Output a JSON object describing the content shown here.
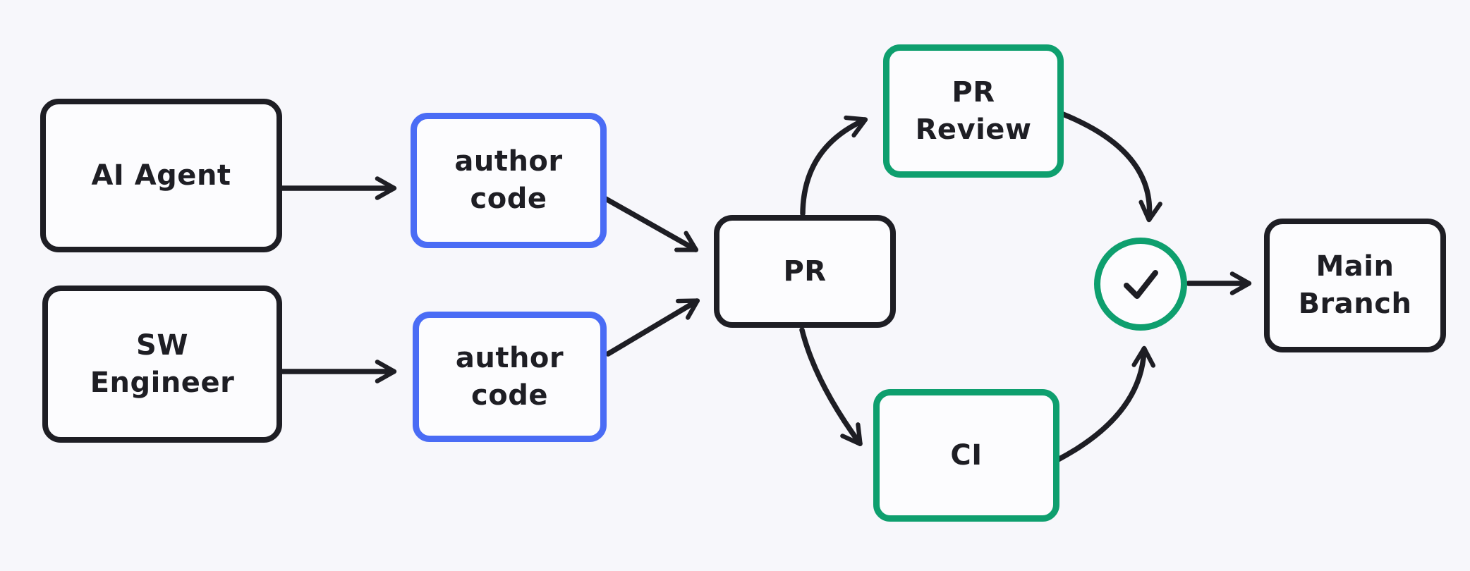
{
  "diagram": {
    "title": "PR workflow diagram",
    "colors": {
      "ink": "#1e1e24",
      "blue": "#4a6cf5",
      "green": "#0e9f6e",
      "background": "#f7f7fb",
      "node_fill": "#fcfcfe"
    },
    "nodes": {
      "ai_agent": {
        "label": "AI Agent",
        "border": "black"
      },
      "sw_engineer": {
        "label": "SW\nEngineer",
        "border": "black"
      },
      "author_code_top": {
        "label": "author\ncode",
        "border": "blue"
      },
      "author_code_bottom": {
        "label": "author\ncode",
        "border": "blue"
      },
      "pr": {
        "label": "PR",
        "border": "black"
      },
      "pr_review": {
        "label": "PR\nReview",
        "border": "green"
      },
      "ci": {
        "label": "CI",
        "border": "green"
      },
      "approval": {
        "icon": "check-icon",
        "border": "green"
      },
      "main_branch": {
        "label": "Main\nBranch",
        "border": "black"
      }
    },
    "edges": [
      {
        "from": "ai_agent",
        "to": "author_code_top"
      },
      {
        "from": "sw_engineer",
        "to": "author_code_bottom"
      },
      {
        "from": "author_code_top",
        "to": "pr"
      },
      {
        "from": "author_code_bottom",
        "to": "pr"
      },
      {
        "from": "pr",
        "to": "pr_review"
      },
      {
        "from": "pr",
        "to": "ci"
      },
      {
        "from": "pr_review",
        "to": "approval"
      },
      {
        "from": "ci",
        "to": "approval"
      },
      {
        "from": "approval",
        "to": "main_branch"
      }
    ]
  }
}
